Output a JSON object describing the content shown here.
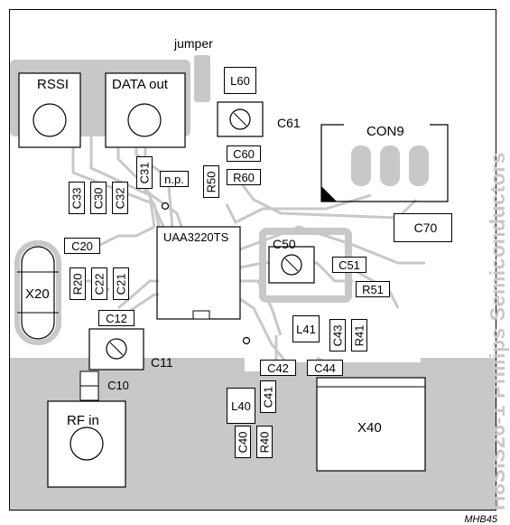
{
  "title_vertical": "H8SIS26-1   Philips Semiconductors",
  "figure_code": "MHB45",
  "labels": {
    "jumper": "jumper",
    "rssi": "RSSI",
    "data_out": "DATA out",
    "rf_in": "RF in",
    "ic": "UAA3220TS",
    "con9": "CON9",
    "x20": "X20",
    "x40": "X40",
    "l60": "L60",
    "l41": "L41",
    "l40": "L40",
    "c61": "C61",
    "c60": "C60",
    "r60": "R60",
    "r50": "R50",
    "np": "n.p.",
    "c31": "C31",
    "c32": "C32",
    "c30": "C30",
    "c33": "C33",
    "c20": "C20",
    "r20": "R20",
    "c22": "C22",
    "c21": "C21",
    "c12": "C12",
    "c11": "C11",
    "c10": "C10",
    "c50": "C50",
    "c51": "C51",
    "r51": "R51",
    "c70": "C70",
    "c43": "C43",
    "r41": "R41",
    "c42": "C42",
    "c44": "C44",
    "c41": "C41",
    "c40": "C40",
    "r40": "R40"
  }
}
